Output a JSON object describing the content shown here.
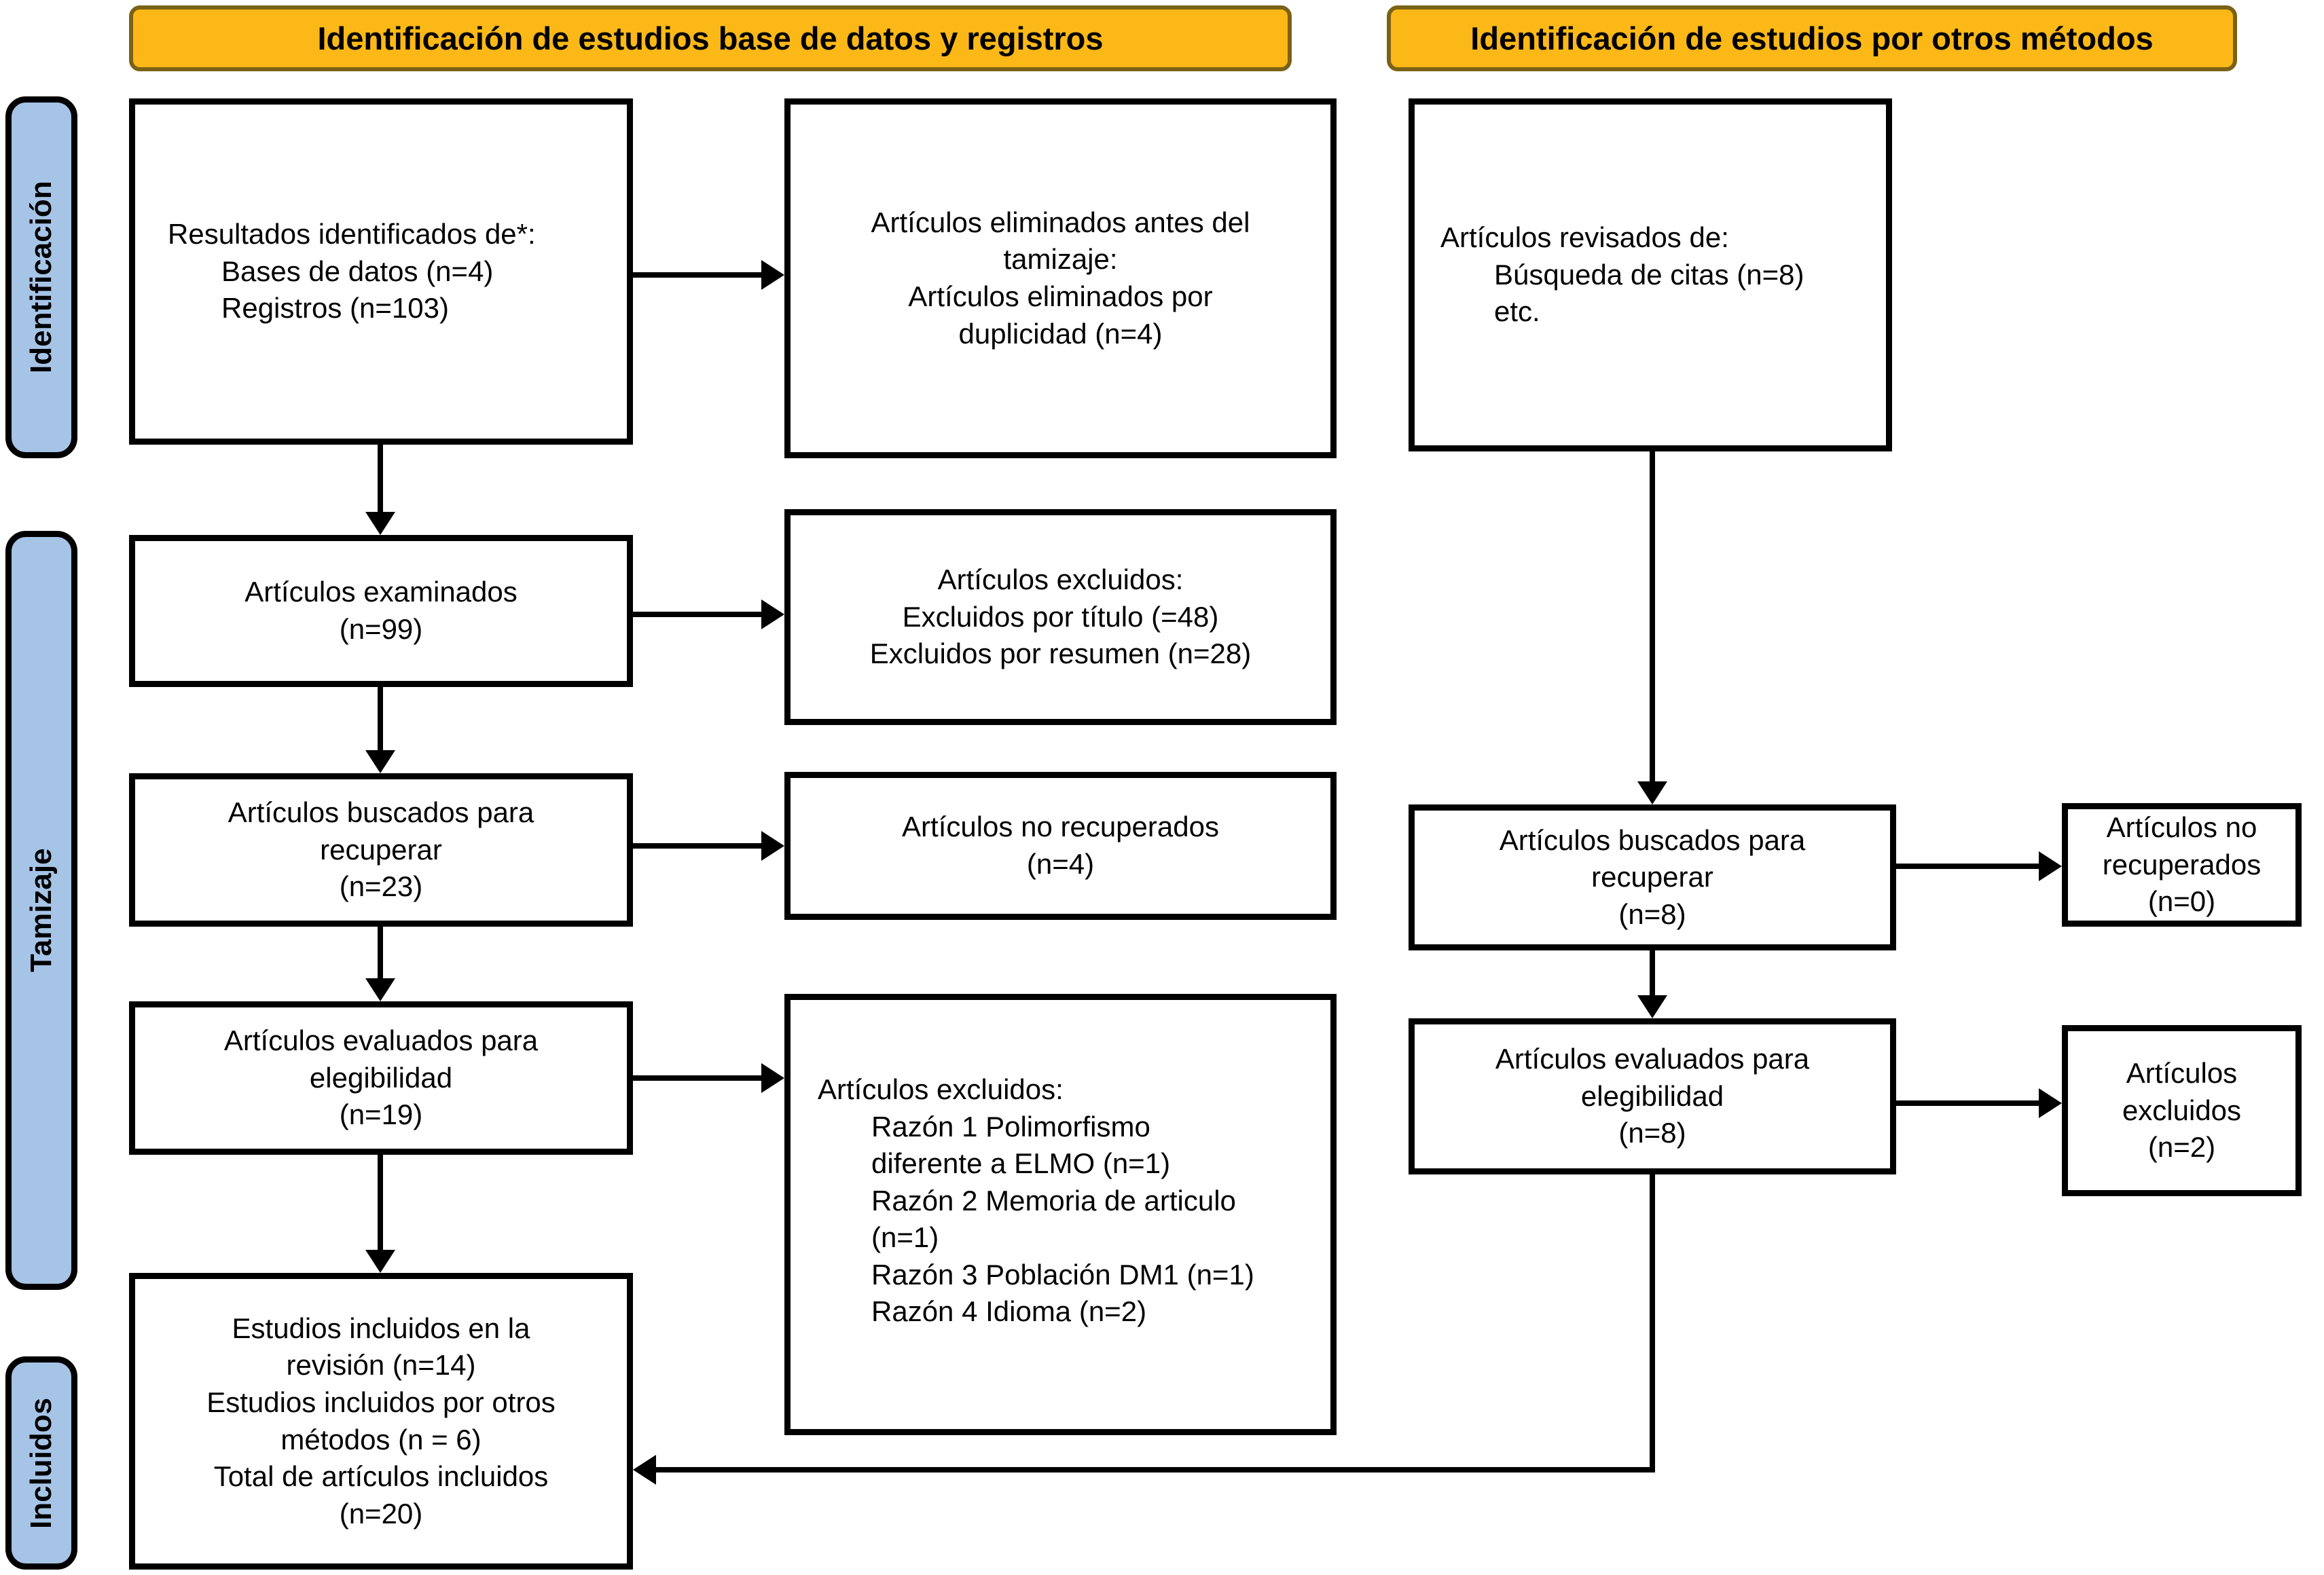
{
  "colors": {
    "banner-bg": "#FBB817",
    "banner-border": "#7A6216",
    "sidebar-bg": "#A6C4E6",
    "box-border": "#000000",
    "arrow": "#000000"
  },
  "banners": {
    "databases": "Identificación de estudios base de datos y registros",
    "other_methods": "Identificación de estudios por otros métodos"
  },
  "stages": {
    "identification": "Identificación",
    "screening": "Tamizaje",
    "included": "Incluidos"
  },
  "boxes": {
    "identified": {
      "lines": [
        "Resultados identificados de*:",
        "Bases de datos (n=4)",
        "Registros (n=103)"
      ]
    },
    "removed_before_screening": {
      "lines": [
        "Artículos eliminados antes del",
        "tamizaje:",
        "Artículos eliminados por",
        "duplicidad (n=4)"
      ]
    },
    "reviewed_other": {
      "lines": [
        "Artículos revisados de:",
        "Búsqueda de citas (n=8)",
        "etc."
      ]
    },
    "screened": {
      "lines": [
        "Artículos examinados",
        "(n=99)"
      ]
    },
    "excluded_screening": {
      "lines": [
        "Artículos excluidos:",
        "Excluidos por título (=48)",
        "Excluidos por resumen (n=28)"
      ]
    },
    "sought": {
      "lines": [
        "Artículos buscados para",
        "recuperar",
        "(n=23)"
      ]
    },
    "not_retrieved": {
      "lines": [
        "Artículos no recuperados",
        "(n=4)"
      ]
    },
    "sought_other": {
      "lines": [
        "Artículos buscados para",
        "recuperar",
        "(n=8)"
      ]
    },
    "not_retrieved_other": {
      "lines": [
        "Artículos no",
        "recuperados",
        "(n=0)"
      ]
    },
    "assessed": {
      "lines": [
        "Artículos evaluados para",
        "elegibilidad",
        "(n=19)"
      ]
    },
    "excluded_reasons": {
      "lines": [
        "Artículos excluidos:",
        "Razón 1 Polimorfismo",
        "diferente a ELMO (n=1)",
        "Razón 2 Memoria de articulo",
        "(n=1)",
        "Razón 3 Población DM1 (n=1)",
        "Razón 4 Idioma (n=2)"
      ]
    },
    "assessed_other": {
      "lines": [
        "Artículos evaluados para",
        "elegibilidad",
        "(n=8)"
      ]
    },
    "excluded_other": {
      "lines": [
        "Artículos",
        "excluidos",
        "(n=2)"
      ]
    },
    "included_studies": {
      "lines": [
        "Estudios incluidos en la",
        "revisión (n=14)",
        "Estudios incluidos por otros",
        "métodos (n = 6)",
        "Total de artículos incluidos",
        "(n=20)"
      ]
    }
  }
}
